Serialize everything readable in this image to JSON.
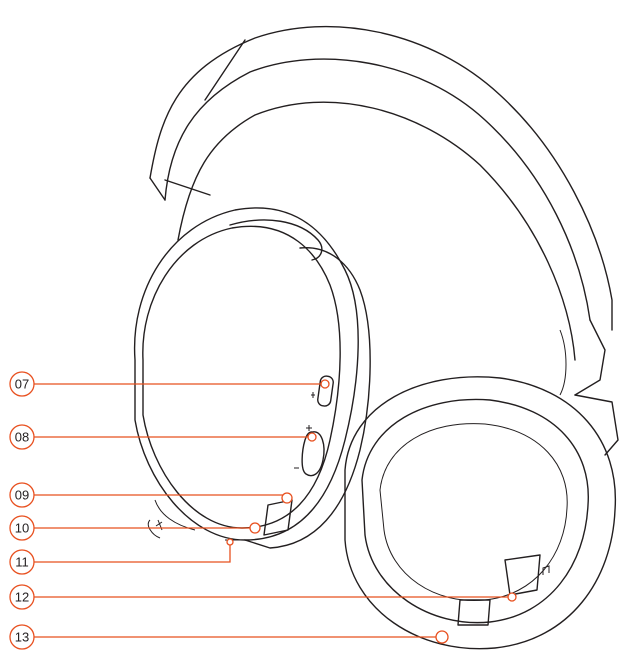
{
  "colors": {
    "line": "#231f20",
    "callout": "#e8501f",
    "background": "#ffffff"
  },
  "callouts": [
    {
      "id": "07",
      "label": "07"
    },
    {
      "id": "08",
      "label": "08"
    },
    {
      "id": "09",
      "label": "09"
    },
    {
      "id": "10",
      "label": "10"
    },
    {
      "id": "11",
      "label": "11"
    },
    {
      "id": "12",
      "label": "12"
    },
    {
      "id": "13",
      "label": "13"
    }
  ],
  "icons": [
    "microphone-icon",
    "plus-icon",
    "minus-icon",
    "bluetooth-icon",
    "music-note-icon"
  ]
}
